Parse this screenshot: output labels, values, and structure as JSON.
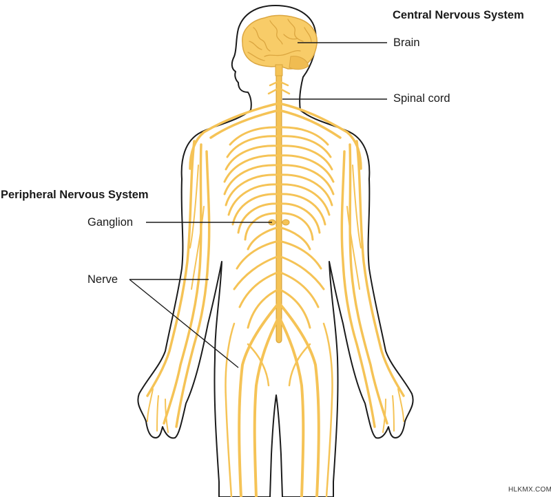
{
  "colors": {
    "nerve": "#f5c356",
    "nerve_dark": "#d9a53a",
    "brain": "#f8cc68",
    "brain_fold": "#dba640",
    "outline": "#1a1a1a",
    "background": "#ffffff",
    "text": "#1a1a1a"
  },
  "headings": {
    "central": "Central Nervous System",
    "peripheral": "Peripheral Nervous System"
  },
  "labels": {
    "brain": "Brain",
    "spinal_cord": "Spinal cord",
    "ganglion": "Ganglion",
    "nerve": "Nerve"
  },
  "watermark": "HLKMX.COM"
}
